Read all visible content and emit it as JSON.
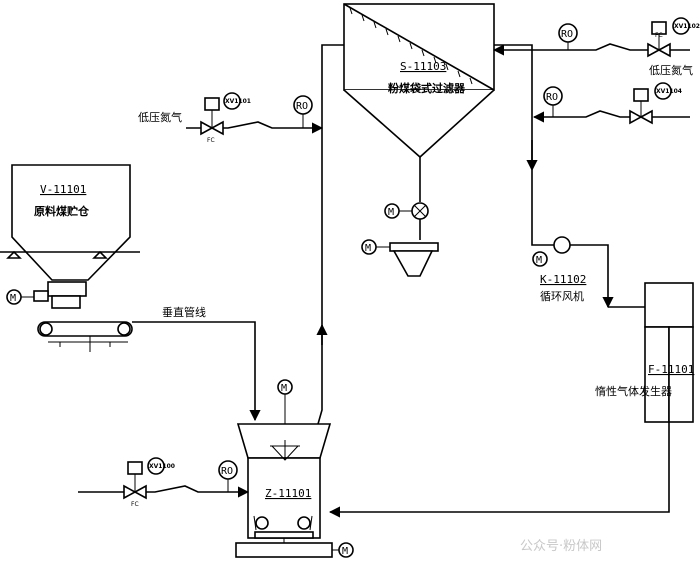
{
  "equipment": {
    "raw_bin": {
      "tag": "V-11101",
      "name": "原料煤贮仓"
    },
    "bag_filter": {
      "tag": "S-11103",
      "name": "粉煤袋式过滤器"
    },
    "mill": {
      "tag": "Z-11101"
    },
    "fan": {
      "tag": "K-11102",
      "name": "循环风机"
    },
    "gas_generator": {
      "tag": "F-11101",
      "name": "惰性气体发生器"
    }
  },
  "labels": {
    "vertical_pipe": "垂直管线",
    "low_pressure_n2_left": "低压氮气",
    "low_pressure_n2_right": "低压氮气"
  },
  "instruments": {
    "ro": "RO",
    "motor": "M",
    "fc": "FC",
    "xv_top_left": "XV1101",
    "xv_bottom_left": "XV1100",
    "xv_right_1": "XV1102",
    "xv_right_2": "XV1104"
  },
  "watermark": "公众号·粉体网"
}
